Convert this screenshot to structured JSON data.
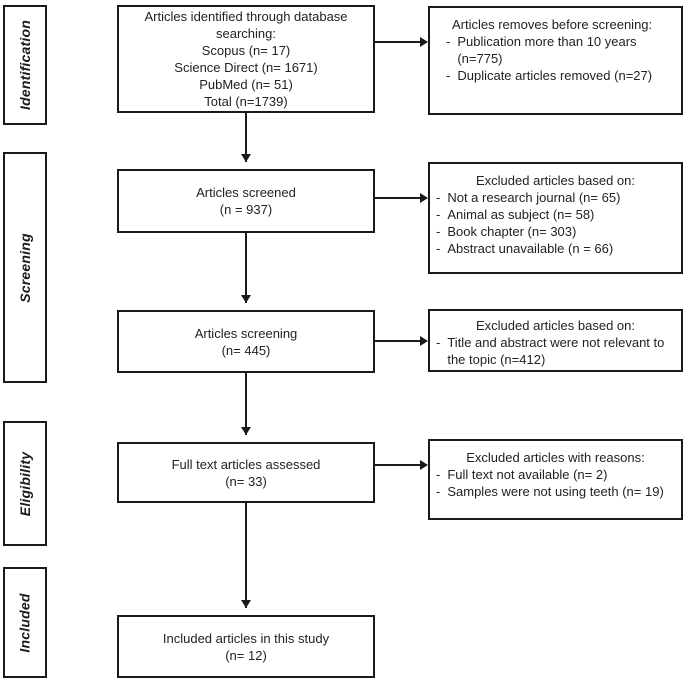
{
  "diagram": {
    "stages": [
      {
        "label": "Identification"
      },
      {
        "label": "Screening"
      },
      {
        "label": "Eligibility"
      },
      {
        "label": "Included"
      }
    ],
    "main_boxes": [
      {
        "lines": [
          "Articles identified through database",
          "searching:",
          "Scopus (n= 17)",
          "Science Direct (n= 1671)",
          "PubMed (n= 51)",
          "Total (n=1739)"
        ]
      },
      {
        "lines": [
          "Articles screened",
          "(n = 937)"
        ]
      },
      {
        "lines": [
          "Articles screening",
          "(n= 445)"
        ]
      },
      {
        "lines": [
          "Full text articles assessed",
          "(n= 33)"
        ]
      },
      {
        "lines": [
          "Included articles in this study",
          "(n= 12)"
        ]
      }
    ],
    "side_boxes": [
      {
        "title": "Articles removes before screening:",
        "bullet": "-",
        "items": [
          "Publication more than 10 years (n=775)",
          "Duplicate articles removed (n=27)"
        ]
      },
      {
        "title": "Excluded articles based on:",
        "bullet": "-",
        "items": [
          "Not a research journal (n= 65)",
          "Animal as subject (n= 58)",
          "Book chapter (n= 303)",
          "Abstract unavailable (n = 66)"
        ]
      },
      {
        "title": "Excluded articles based on:",
        "bullet": "-",
        "items": [
          "Title and abstract were not relevant to the topic (n=412)"
        ]
      },
      {
        "title": "Excluded articles with reasons:",
        "bullet": "-",
        "items": [
          "Full text not available (n= 2)",
          "Samples were not using teeth (n= 19)"
        ]
      }
    ],
    "colors": {
      "border": "#1a1a1a",
      "background": "#ffffff",
      "text": "#222222"
    }
  }
}
